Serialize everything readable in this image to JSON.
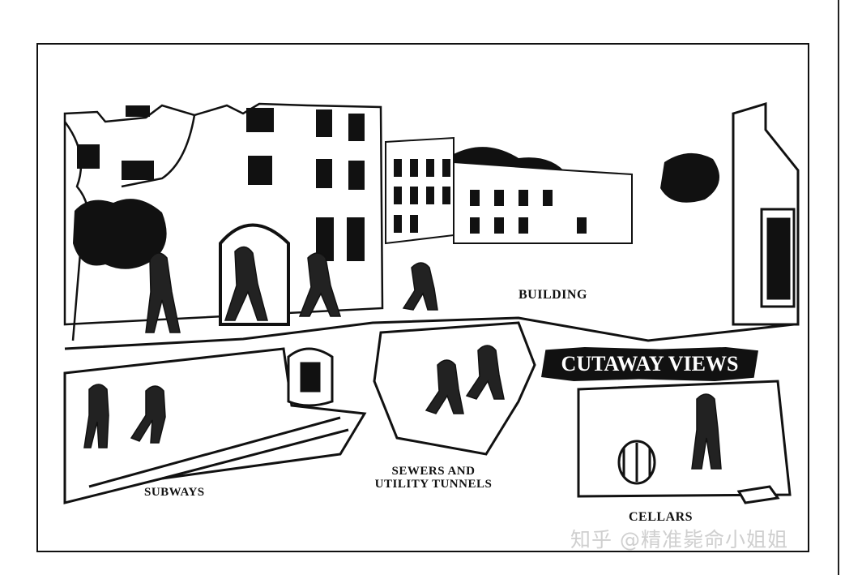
{
  "labels": {
    "building": "BUILDING",
    "cutaway": "CUTAWAY VIEWS",
    "sewers": "SEWERS AND\nUTILITY TUNNELS",
    "subways": "SUBWAYS",
    "cellars": "CELLARS"
  },
  "watermark": "知乎 @精准毙命小姐姐",
  "colors": {
    "ink": "#111111",
    "paper": "#ffffff",
    "watermark": "#cfcfcf"
  }
}
